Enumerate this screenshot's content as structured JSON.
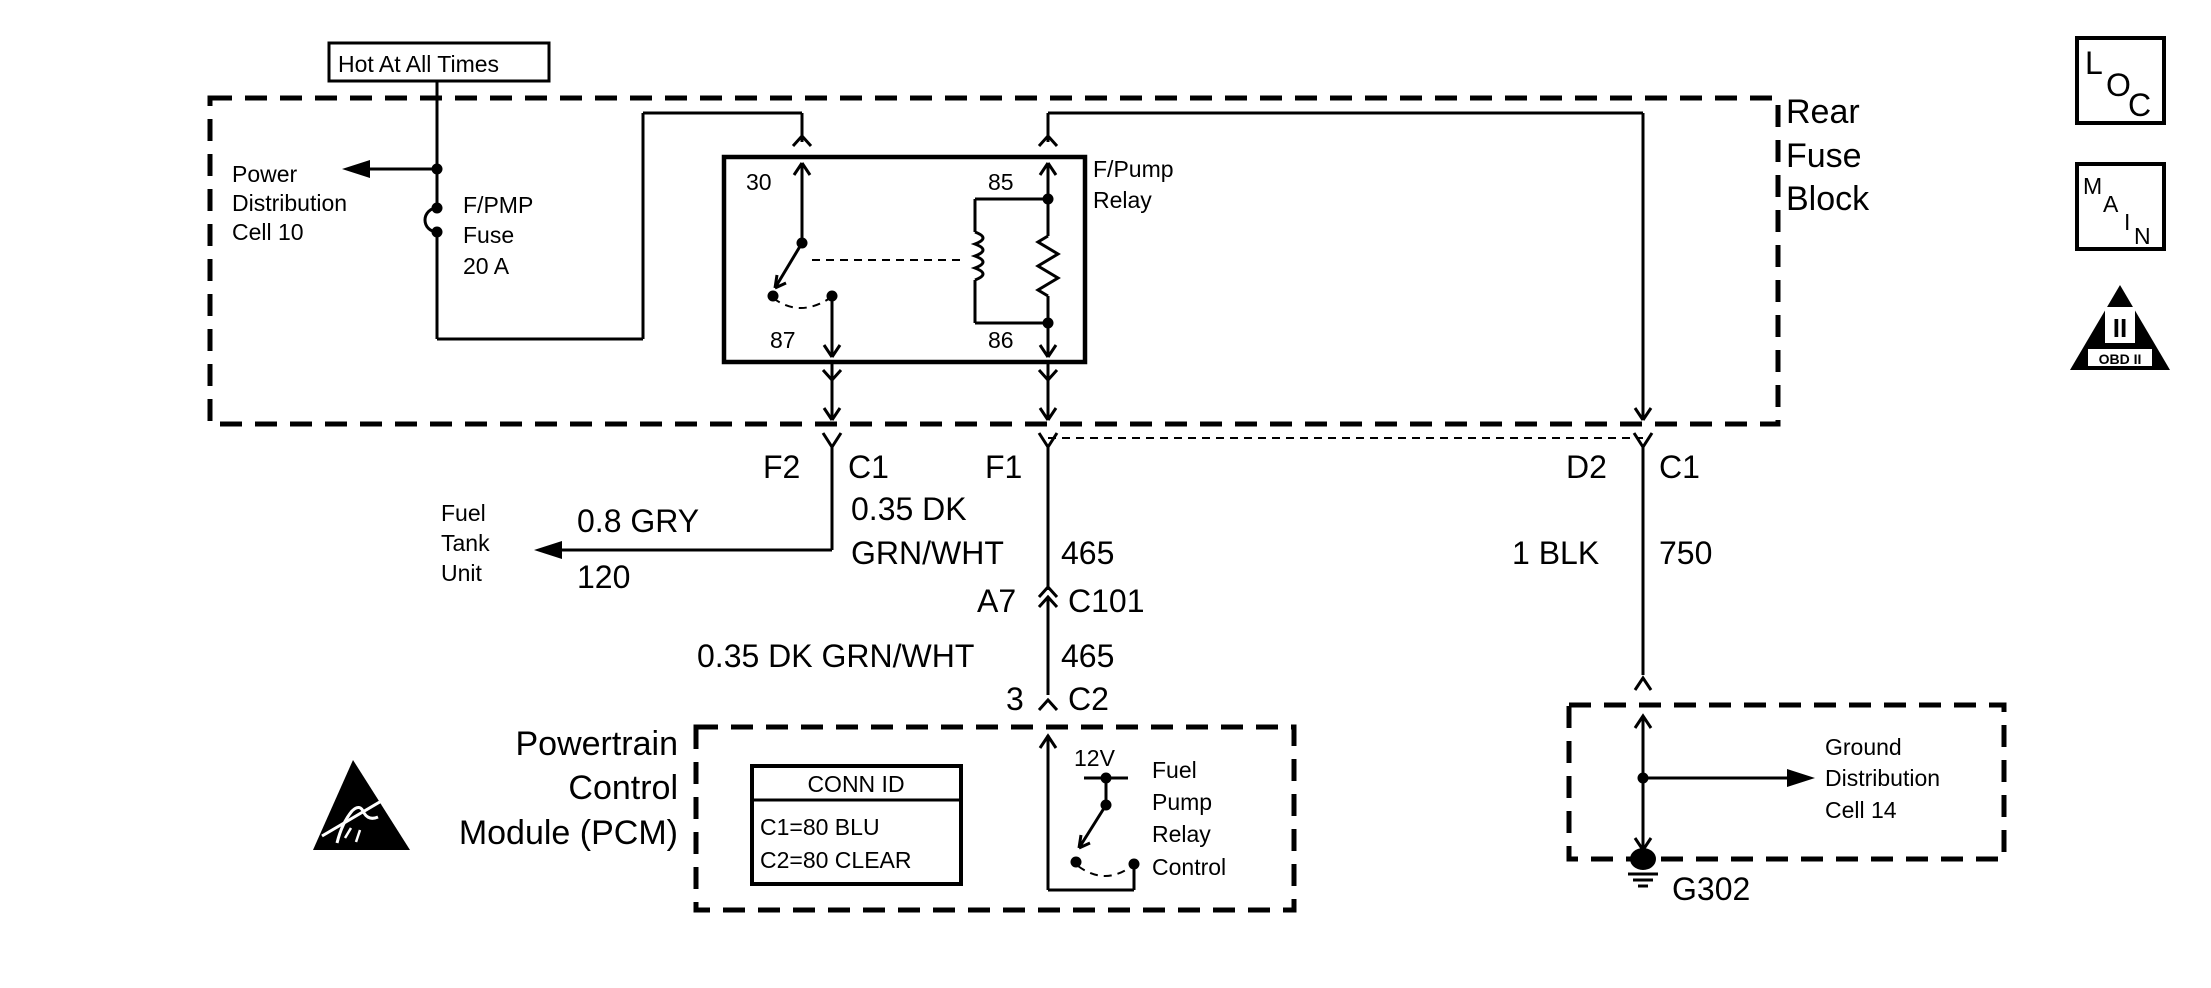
{
  "labels": {
    "hot_at_all_times": "Hot At All Times",
    "power_dist_1": "Power",
    "power_dist_2": "Distribution",
    "power_dist_3": "Cell 10",
    "fuse_1": "F/PMP",
    "fuse_2": "Fuse",
    "fuse_3": "20 A",
    "relay_1": "F/Pump",
    "relay_2": "Relay",
    "pin_30": "30",
    "pin_85": "85",
    "pin_87": "87",
    "pin_86": "86",
    "rear_fuse_1": "Rear",
    "rear_fuse_2": "Fuse",
    "rear_fuse_3": "Block",
    "f2": "F2",
    "c1_left": "C1",
    "f1": "F1",
    "d2": "D2",
    "c1_right": "C1",
    "fuel_tank_1": "Fuel",
    "fuel_tank_2": "Tank",
    "fuel_tank_3": "Unit",
    "wire_gry": "0.8 GRY",
    "circuit_120": "120",
    "wire_dkgrn_1": "0.35 DK",
    "wire_dkgrn_2": "GRN/WHT",
    "circuit_465_a": "465",
    "a7": "A7",
    "c101": "C101",
    "wire_dkgrn_full": "0.35 DK GRN/WHT",
    "circuit_465_b": "465",
    "pin_3": "3",
    "c2": "C2",
    "wire_blk": "1 BLK",
    "circuit_750": "750",
    "pcm_1": "Powertrain",
    "pcm_2": "Control",
    "pcm_3": "Module (PCM)",
    "conn_id_title": "CONN ID",
    "conn_c1": "C1=80 BLU",
    "conn_c2": "C2=80 CLEAR",
    "v12": "12V",
    "fprc_1": "Fuel",
    "fprc_2": "Pump",
    "fprc_3": "Relay",
    "fprc_4": "Control",
    "gnd_1": "Ground",
    "gnd_2": "Distribution",
    "gnd_3": "Cell 14",
    "g302": "G302"
  },
  "nav_icons": {
    "loc_1": "L",
    "loc_2": "O",
    "loc_3": "C",
    "main_1": "M",
    "main_2": "A",
    "main_3": "I",
    "main_4": "N",
    "obd_1": "II",
    "obd_2": "OBD II"
  }
}
